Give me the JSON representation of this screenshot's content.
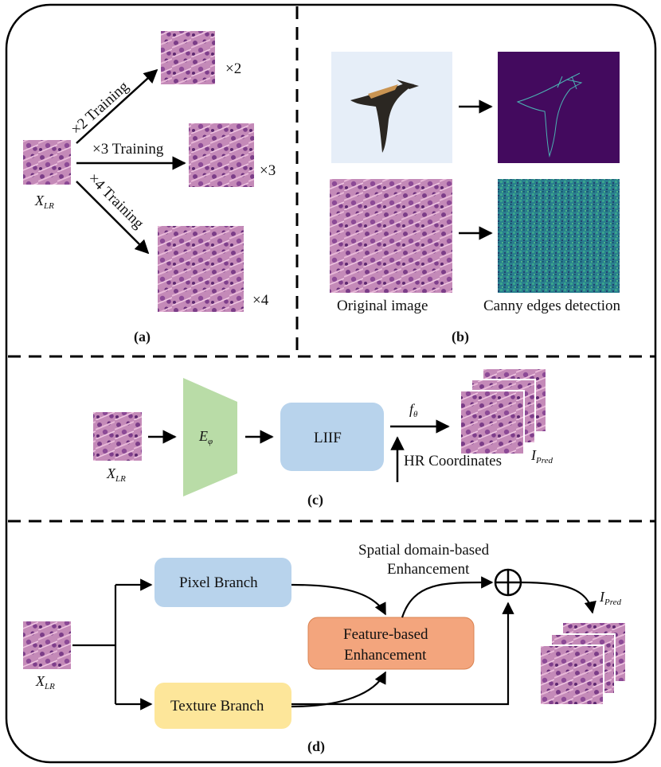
{
  "panels": {
    "a": {
      "caption": "(a)",
      "input_label": {
        "base": "X",
        "sub": "LR"
      },
      "arrows": [
        "×2 Training",
        "×3 Training",
        "×4 Training"
      ],
      "outputs": [
        "×2",
        "×3",
        "×4"
      ]
    },
    "b": {
      "caption": "(b)",
      "left_caption": "Original image",
      "right_caption": "Canny edges detection"
    },
    "c": {
      "caption": "(c)",
      "input_label": {
        "base": "X",
        "sub": "LR"
      },
      "encoder": {
        "base": "E",
        "sub": "φ"
      },
      "liif": "LIIF",
      "f_label": {
        "base": "f",
        "sub": "θ"
      },
      "coords": "HR Coordinates",
      "output_label": {
        "base": "I",
        "sub": "Pred"
      }
    },
    "d": {
      "caption": "(d)",
      "input_label": {
        "base": "X",
        "sub": "LR"
      },
      "pixel_branch": "Pixel Branch",
      "texture_branch": "Texture Branch",
      "feature_line1": "Feature-based",
      "feature_line2": "Enhancement",
      "spatial_line1": "Spatial domain-based",
      "spatial_line2": "Enhancement",
      "output_label": {
        "base": "I",
        "sub": "Pred"
      }
    }
  },
  "colors": {
    "tissue": "#b46ea8",
    "encoder": "#b9dca7",
    "liif": "#b8d3ec",
    "pixel": "#b8d3ec",
    "texture": "#fde69a",
    "feature": "#f3a57d",
    "sky": "#e5eef9",
    "canny_bg1": "#3f0a5c",
    "canny_bg2": "#2a7f8e"
  }
}
